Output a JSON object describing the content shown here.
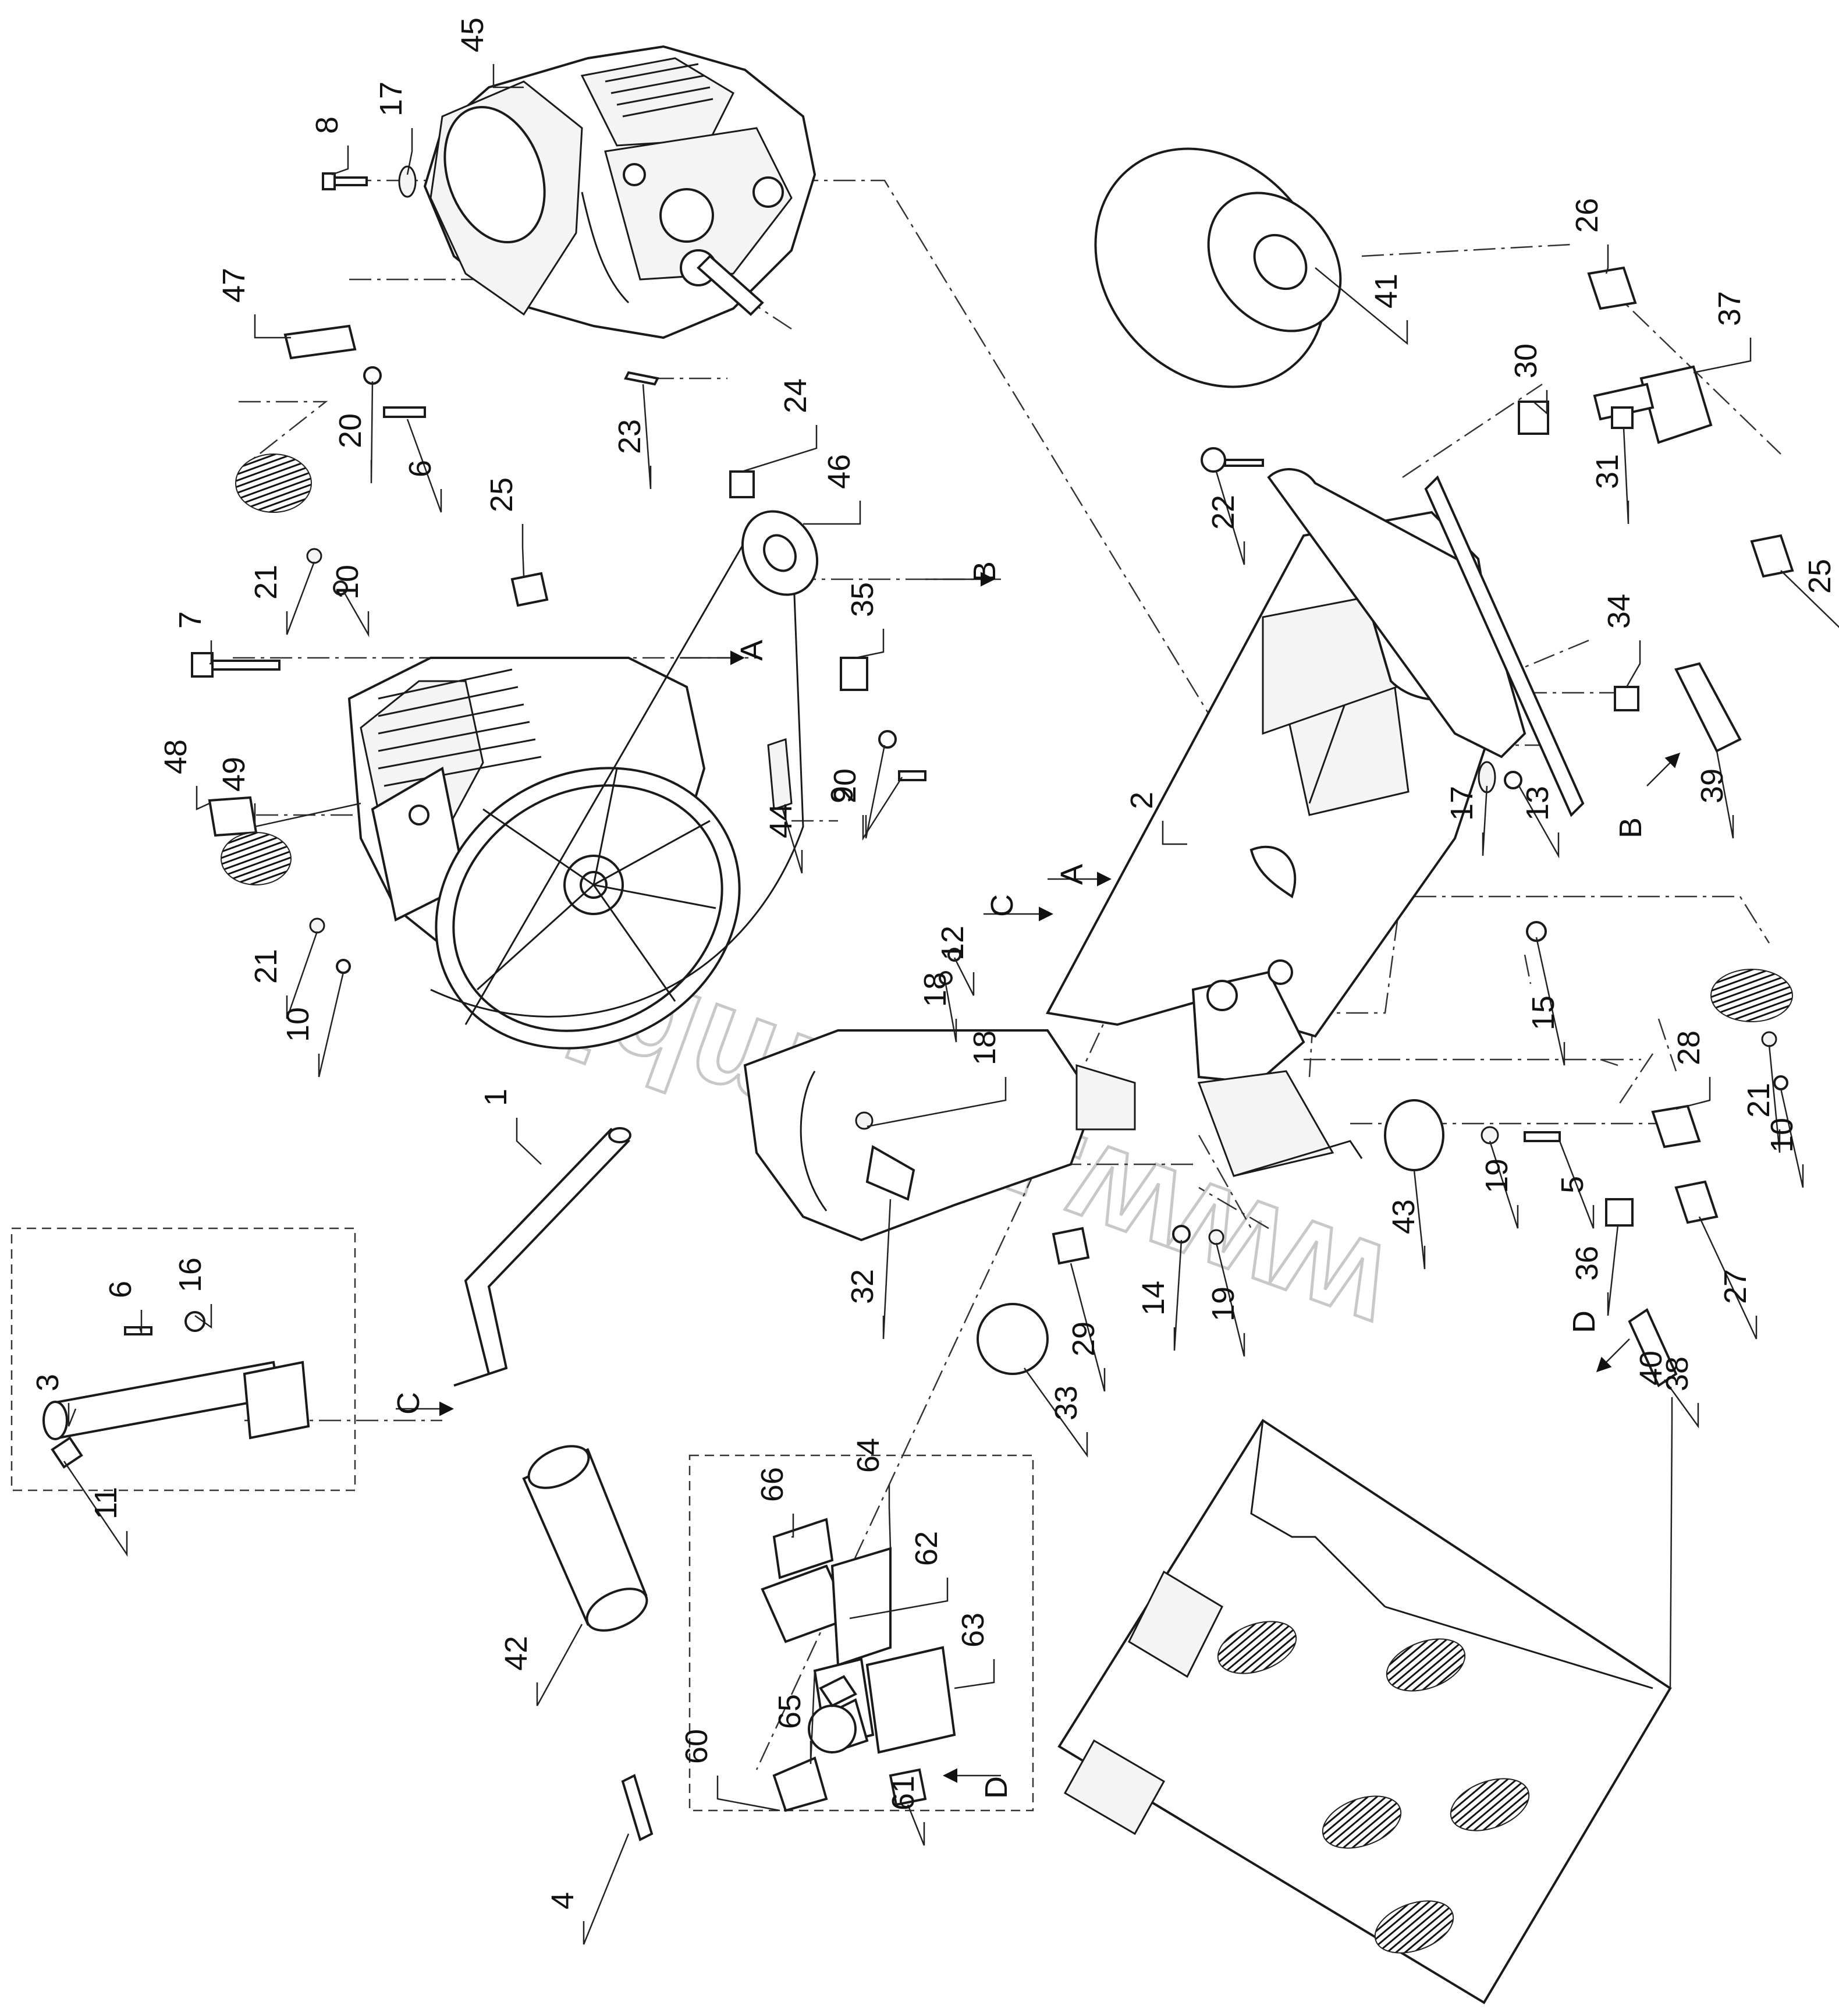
{
  "watermark": "www.ricambi",
  "part_numbers": [
    "1",
    "2",
    "3",
    "4",
    "5",
    "6",
    "6",
    "7",
    "8",
    "9",
    "10",
    "10",
    "10",
    "11",
    "12",
    "13",
    "14",
    "15",
    "16",
    "17",
    "17",
    "18",
    "18",
    "19",
    "19",
    "20",
    "20",
    "21",
    "21",
    "21",
    "22",
    "23",
    "24",
    "25",
    "25",
    "26",
    "27",
    "28",
    "29",
    "30",
    "31",
    "32",
    "33",
    "34",
    "35",
    "36",
    "37",
    "38",
    "39",
    "40",
    "41",
    "42",
    "43",
    "44",
    "45",
    "46",
    "47",
    "48",
    "49",
    "60",
    "61",
    "62",
    "63",
    "64",
    "65",
    "66"
  ],
  "flow_markers": [
    "A",
    "A",
    "B",
    "B",
    "C",
    "C",
    "D",
    "D"
  ]
}
